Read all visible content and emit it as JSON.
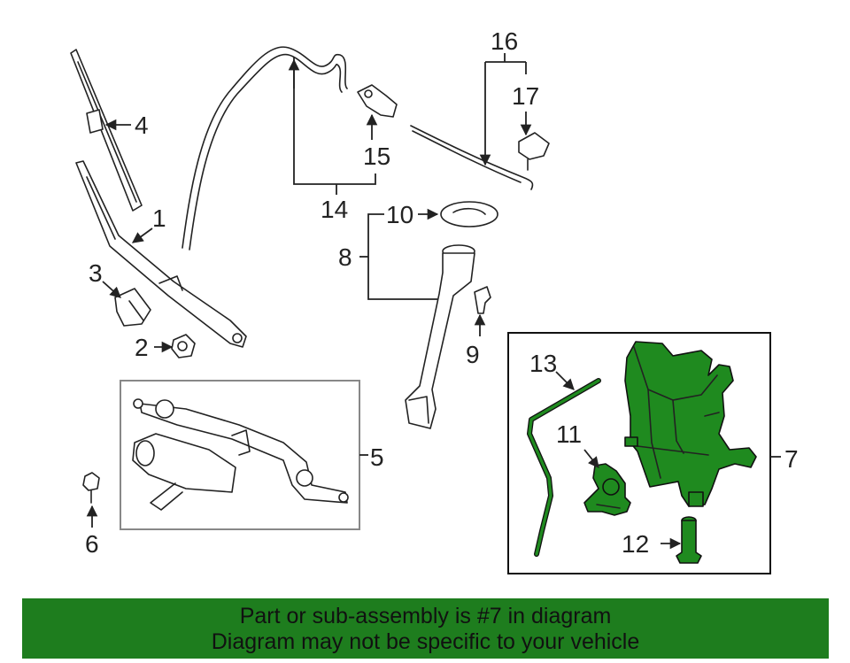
{
  "callouts": {
    "c1": "1",
    "c2": "2",
    "c3": "3",
    "c4": "4",
    "c5": "5",
    "c6": "6",
    "c7": "7",
    "c8": "8",
    "c9": "9",
    "c10": "10",
    "c11": "11",
    "c12": "12",
    "c13": "13",
    "c14": "14",
    "c15": "15",
    "c16": "16",
    "c17": "17"
  },
  "highlight_color": "#1f8a1f",
  "banner": {
    "line1": "Part or sub-assembly is #7 in diagram",
    "line2": "Diagram may not be specific to your vehicle"
  }
}
